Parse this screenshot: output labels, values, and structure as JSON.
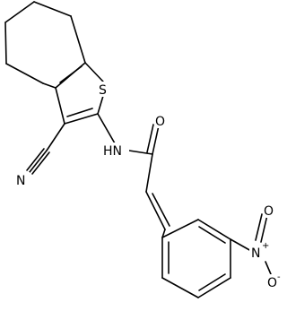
{
  "molecule": {
    "atoms": {
      "sulfur": "S",
      "nitrile_nitrogen": "N",
      "amide_nh": "HN",
      "carbonyl_oxygen": "O",
      "nitro_nitrogen": "N",
      "nitro_nitrogen_charge": "+",
      "nitro_oxygen_double": "O",
      "nitro_oxygen_single": "O",
      "nitro_oxygen_charge": "-"
    }
  }
}
